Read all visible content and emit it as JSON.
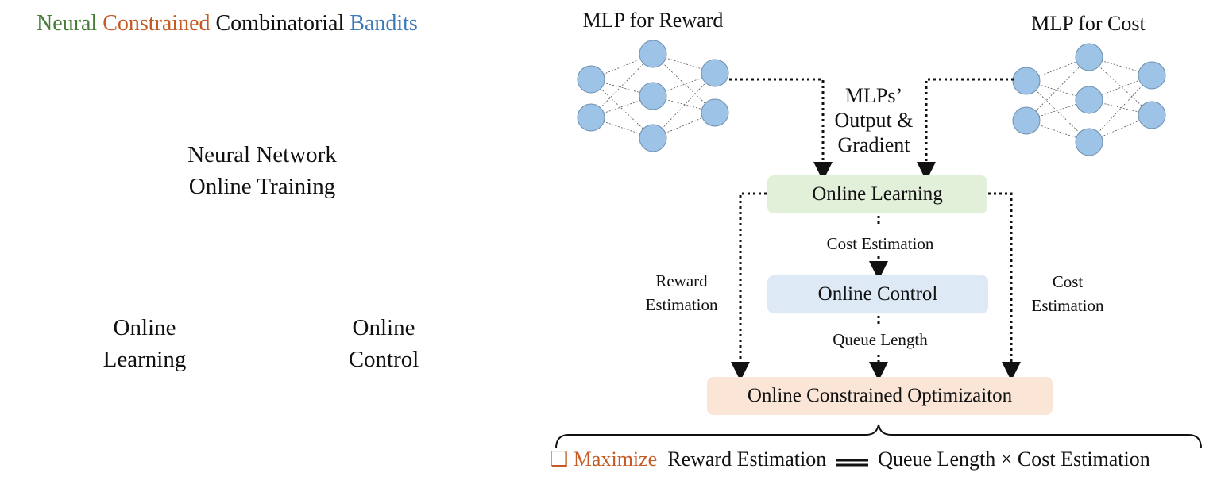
{
  "title": {
    "w1": "Neural",
    "w2": "Constrained",
    "w3": "Combinatorial",
    "w4": "Bandits",
    "c1": "#4a7c3a",
    "c2": "#c55a24",
    "c3": "#111111",
    "c4": "#3d7ab5"
  },
  "left": {
    "nn_line1": "Neural Network",
    "nn_line2": "Online Training",
    "ol_line1": "Online",
    "ol_line2": "Learning",
    "oc_line1": "Online",
    "oc_line2": "Control"
  },
  "mlp_reward": {
    "label": "MLP for Reward"
  },
  "mlp_cost": {
    "label": "MLP for Cost"
  },
  "mlps_output": {
    "line1": "MLPs’",
    "line2": "Output &",
    "line3": "Gradient"
  },
  "boxes": {
    "online_learning": "Online Learning",
    "online_control": "Online Control",
    "optimization": "Online Constrained Optimizaiton"
  },
  "edges": {
    "cost_estimation_mid": "Cost Estimation",
    "queue_length": "Queue Length",
    "reward_est_l1": "Reward",
    "reward_est_l2": "Estimation",
    "cost_est_l1": "Cost",
    "cost_est_l2": "Estimation"
  },
  "formula": {
    "bullet": "❏",
    "maximize": "Maximize",
    "reward": "Reward Estimation",
    "rest": "Queue Length × Cost Estimation"
  },
  "colors": {
    "node_fill": "#9dc3e6",
    "node_stroke": "#6f8fae",
    "box_learning": "#e2efd9",
    "box_control": "#dde9f5",
    "box_optimization": "#fbe5d6",
    "accent_orange": "#c55a24"
  }
}
